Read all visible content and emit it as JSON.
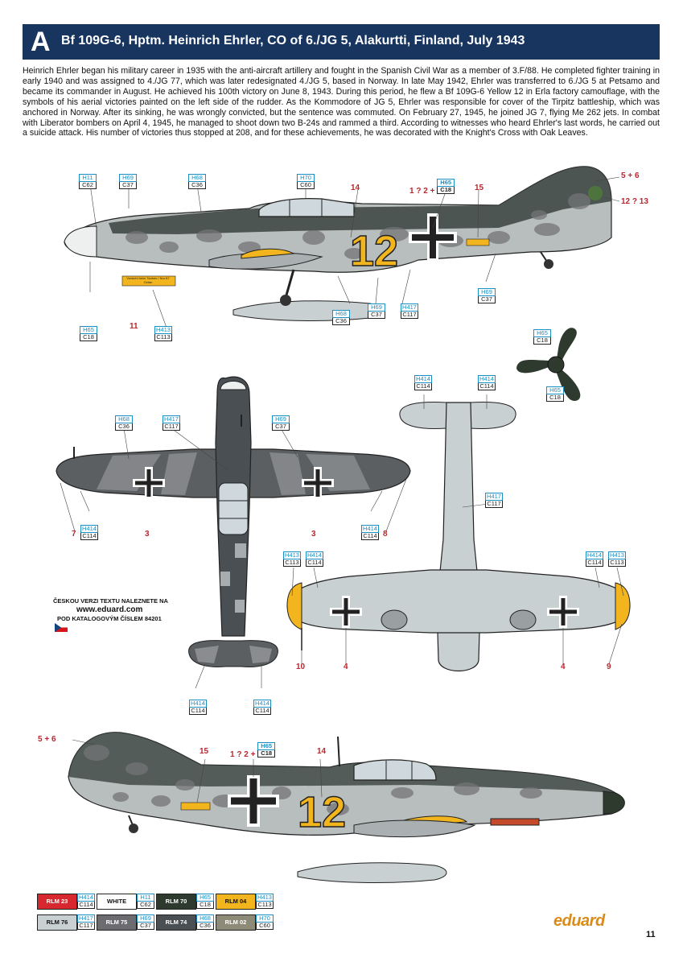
{
  "header": {
    "letter": "A",
    "title": "Bf 109G-6, Hptm. Heinrich Ehrler, CO of 6./JG 5, Alakurtti, Finland, July 1943"
  },
  "bio": "Heinrich Ehrler began his military career in 1935 with the anti-aircraft artillery and fought in the Spanish Civil War as a member of 3.F/88. He completed fighter training in early 1940 and was assigned to 4./JG 77, which was later redesignated 4./JG 5, based in Norway. In late May 1942, Ehrler was transferred to 6./JG 5 at Petsamo and became its commander in August. He achieved his 100th victory on June 8, 1943. During this period, he flew a Bf 109G-6 Yellow 12 in Erla factory camouflage, with the symbols of his aerial victories painted on the left side of the rudder. As the Kommodore of JG 5, Ehrler was responsible for cover of the Tirpitz battleship, which was anchored in Norway. After its sinking, he was wrongly convicted, but the sentence was commuted. On February 27, 1945, he joined JG 7, flying Me 262 jets. In combat with Liberator bombers on April 4, 1945, he managed to shoot down two B-24s and rammed a third. According to witnesses who heard Ehrler's last words, he carried out a suicide attack. His number of victories thus stopped at 208, and for these achievements, he was decorated with the Knight's Cross with Oak Leaves.",
  "aircraft": {
    "code": "12",
    "tag_stencil": "Vorsicht beim Tanken / Nur 87 Octan"
  },
  "callouts": {
    "ls1": [
      "H11",
      "C62"
    ],
    "ls2": [
      "H69",
      "C37"
    ],
    "ls3": [
      "H68",
      "C36"
    ],
    "ls4": [
      "H70",
      "C60"
    ],
    "ls5": [
      "H65",
      "C18"
    ],
    "ls6": [
      "H65",
      "C18"
    ],
    "ls7": [
      "H413",
      "C113"
    ],
    "ls8": [
      "H68",
      "C36"
    ],
    "ls9": [
      "H69",
      "C37"
    ],
    "ls10": [
      "H417",
      "C117"
    ],
    "ls11": [
      "H69",
      "C37"
    ],
    "prop1": [
      "H65",
      "C18"
    ],
    "prop2": [
      "H65",
      "C18"
    ],
    "top1": [
      "H68",
      "C36"
    ],
    "top2": [
      "H417",
      "C117"
    ],
    "top3": [
      "H69",
      "C37"
    ],
    "top4": [
      "H414",
      "C114"
    ],
    "top5": [
      "H414",
      "C114"
    ],
    "top6": [
      "H414",
      "C114"
    ],
    "top7": [
      "H414",
      "C114"
    ],
    "bot1": [
      "H414",
      "C114"
    ],
    "bot2": [
      "H414",
      "C114"
    ],
    "bot3": [
      "H417",
      "C117"
    ],
    "bot4": [
      "H413",
      "C113"
    ],
    "bot5": [
      "H414",
      "C114"
    ],
    "bot6": [
      "H414",
      "C114"
    ],
    "bot7": [
      "H413",
      "C113"
    ],
    "rs1": [
      "H65",
      "C18"
    ]
  },
  "markings": {
    "ls_14": "14",
    "ls_12plus": "1 ? 2 +",
    "ls_15": "15",
    "ls_56": "5 + 6",
    "ls_1213": "12 ? 13",
    "ls_11": "11",
    "top_7": "7",
    "top_3a": "3",
    "top_3b": "3",
    "top_8": "8",
    "bot_10": "10",
    "bot_4a": "4",
    "bot_4b": "4",
    "bot_9": "9",
    "rs_56": "5 + 6",
    "rs_15": "15",
    "rs_12plus": "1 ? 2 +",
    "rs_14": "14"
  },
  "czech_note": {
    "line1": "ČESKOU VERZI TEXTU NALEZNETE NA",
    "url": "www.eduard.com",
    "line3": "POD KATALOGOVÝM ČÍSLEM 84201"
  },
  "legend": [
    {
      "name": "RLM 23",
      "h": "H414",
      "c": "C114",
      "color": "#d7282f",
      "text": "#ffffff"
    },
    {
      "name": "WHITE",
      "h": "H11",
      "c": "C62",
      "color": "#ffffff",
      "text": "#111111"
    },
    {
      "name": "RLM 70",
      "h": "H65",
      "c": "C18",
      "color": "#2f3a2e",
      "text": "#ffffff"
    },
    {
      "name": "RLM 04",
      "h": "H413",
      "c": "C113",
      "color": "#f2b51e",
      "text": "#111111"
    },
    {
      "name": "RLM 76",
      "h": "H417",
      "c": "C117",
      "color": "#c9d0d2",
      "text": "#111111"
    },
    {
      "name": "RLM 75",
      "h": "H69",
      "c": "C37",
      "color": "#6c6b70",
      "text": "#ffffff"
    },
    {
      "name": "RLM 74",
      "h": "H68",
      "c": "C36",
      "color": "#4a4f53",
      "text": "#ffffff"
    },
    {
      "name": "RLM 02",
      "h": "H70",
      "c": "C60",
      "color": "#8d8a77",
      "text": "#ffffff"
    }
  ],
  "brand": "eduard",
  "page_number": "11"
}
